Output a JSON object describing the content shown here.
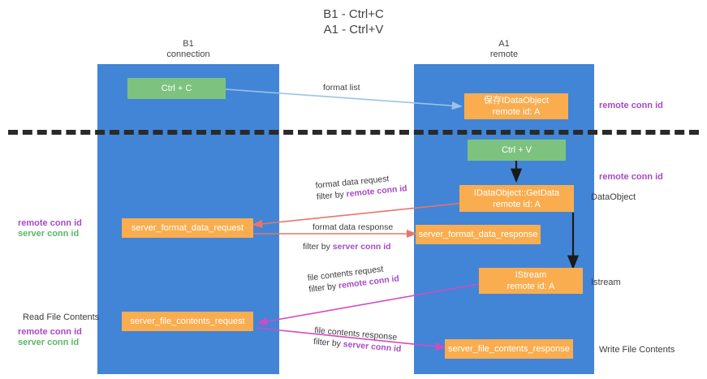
{
  "title": {
    "line1": "B1 - Ctrl+C",
    "line2": "A1 - Ctrl+V"
  },
  "lanes": [
    {
      "id": "b1",
      "name": "B1",
      "role": "connection"
    },
    {
      "id": "a1",
      "name": "A1",
      "role": "remote"
    }
  ],
  "nodes": {
    "ctrl_c": {
      "line1": "Ctrl + C",
      "line2": ""
    },
    "save_idataobject": {
      "line1": "保存IDataObject",
      "line2": "remote id: A"
    },
    "ctrl_v": {
      "line1": "Ctrl + V",
      "line2": ""
    },
    "getdata": {
      "line1": "IDataObject::GetData",
      "line2": "remote id: A"
    },
    "server_format_data_request": {
      "line1": "server_format_data_request",
      "line2": ""
    },
    "server_format_data_response": {
      "line1": "server_format_data_response",
      "line2": ""
    },
    "istream": {
      "line1": "IStream",
      "line2": "remote id: A"
    },
    "server_file_contents_request": {
      "line1": "server_file_contents_request",
      "line2": ""
    },
    "server_file_contents_response": {
      "line1": "server_file_contents_response",
      "line2": ""
    }
  },
  "edges": {
    "format_list": {
      "label": "format list"
    },
    "format_data_request": {
      "label": "format data request",
      "filter_prefix": "filter by ",
      "filter_key": "remote conn id"
    },
    "format_data_response": {
      "label": "format data response",
      "filter_prefix": "filter by ",
      "filter_key": "server conn id"
    },
    "file_contents_request": {
      "label": "file contents request",
      "filter_prefix": "filter by ",
      "filter_key": "remote conn id"
    },
    "file_contents_response": {
      "label": "file contents response",
      "filter_prefix": "filter by ",
      "filter_key": "server conn id"
    }
  },
  "annotations": {
    "remote_conn_id_top": "remote conn id",
    "remote_conn_id_mid": "remote conn id",
    "dataobject": "DataObject",
    "istream": "Istream",
    "write_file_contents": "Write File Contents",
    "read_file_contents": "Read File Contents",
    "legend_remote": "remote conn id",
    "legend_server": "server conn id",
    "legend_remote_2": "remote conn id",
    "legend_server_2": "server conn id"
  },
  "colors": {
    "lane": "#4285d6",
    "green_node": "#7dc37f",
    "orange_node": "#f9ad4f",
    "remote_conn_id": "#a64bc4",
    "server_conn_id": "#5bb56a",
    "arrow_blue": "#9cc3e5",
    "arrow_red": "#e8756a",
    "arrow_magenta": "#d24bc4",
    "arrow_black": "#1a1a1a",
    "dashed_line": "#2a2a2a",
    "background": "#ffffff"
  }
}
